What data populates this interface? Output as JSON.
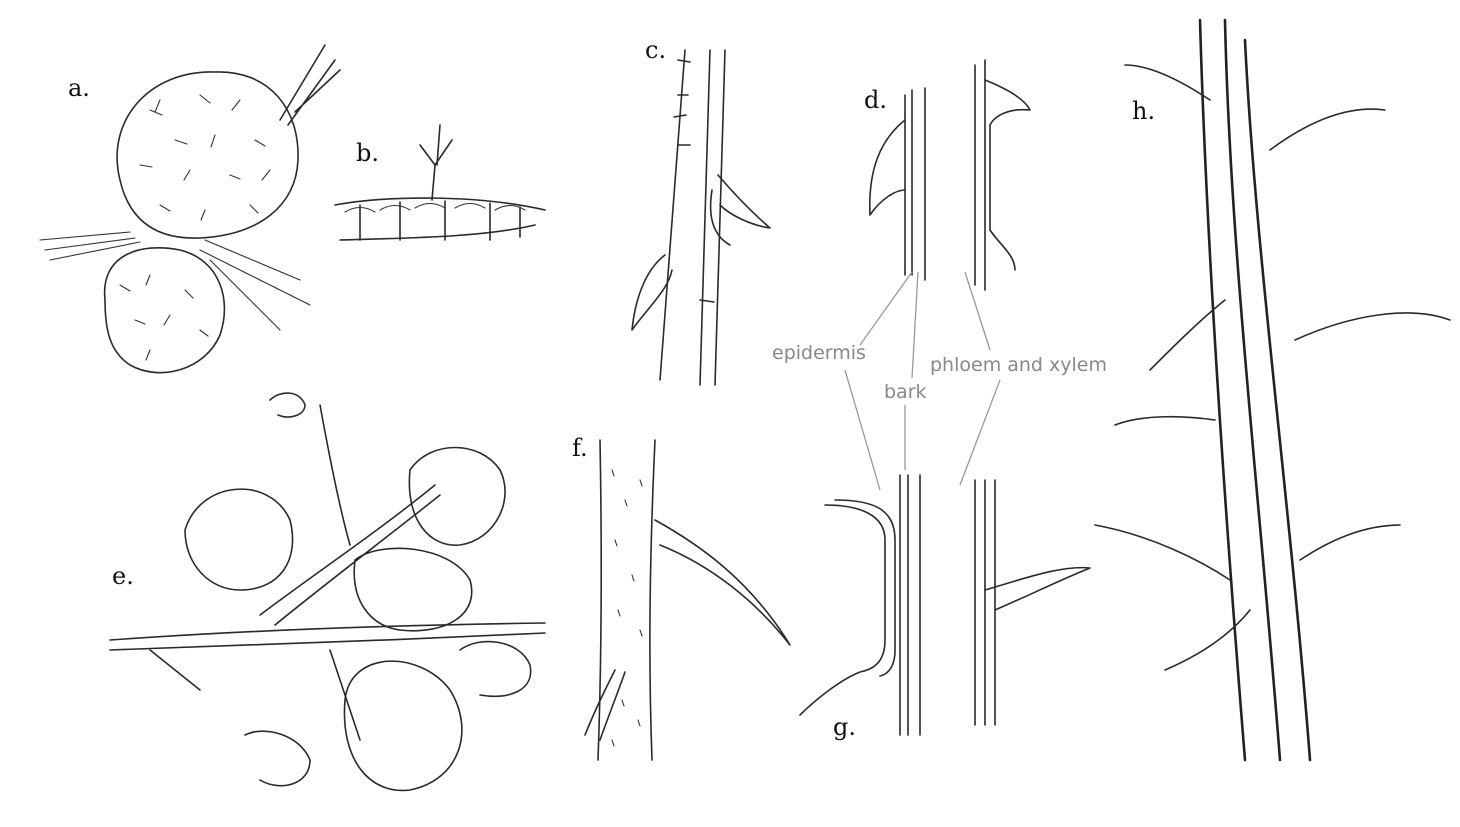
{
  "panels": {
    "a": "a.",
    "b": "b.",
    "c": "c.",
    "d": "d.",
    "e": "e.",
    "f": "f.",
    "g": "g.",
    "h": "h."
  },
  "callouts": {
    "epidermis": "epidermis",
    "bark": "bark",
    "phloem_xylem": "phloem and xylem"
  },
  "colors": {
    "ink": "#2a2a2a",
    "callout_text": "#888888",
    "leader_lines": "#999999"
  }
}
